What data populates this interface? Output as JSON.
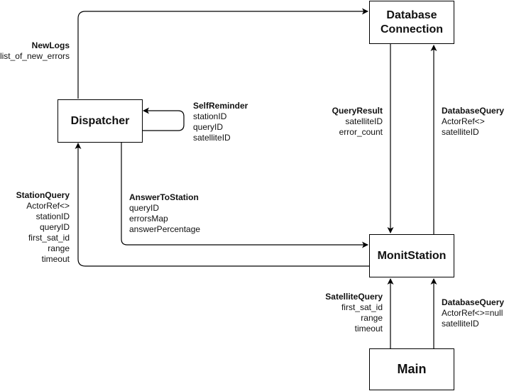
{
  "nodes": {
    "database": {
      "line1": "Database",
      "line2": "Connection"
    },
    "dispatcher": {
      "label": "Dispatcher"
    },
    "monit": {
      "label": "MonitStation"
    },
    "main": {
      "label": "Main"
    }
  },
  "messages": {
    "newlogs": {
      "title": "NewLogs",
      "fields": [
        "list_of_new_errors"
      ]
    },
    "selfreminder": {
      "title": "SelfReminder",
      "fields": [
        "stationID",
        "queryID",
        "satelliteID"
      ]
    },
    "queryresult": {
      "title": "QueryResult",
      "fields": [
        "satelliteID",
        "error_count"
      ]
    },
    "dbquery_up": {
      "title": "DatabaseQuery",
      "fields": [
        "ActorRef<>",
        "satelliteID"
      ]
    },
    "stationquery": {
      "title": "StationQuery",
      "fields": [
        "ActorRef<>",
        "stationID",
        "queryID",
        "first_sat_id",
        "range",
        "timeout"
      ]
    },
    "answertostation": {
      "title": "AnswerToStation",
      "fields": [
        "queryID",
        "errorsMap",
        "answerPercentage"
      ]
    },
    "satellitequery": {
      "title": "SatelliteQuery",
      "fields": [
        "first_sat_id",
        "range",
        "timeout"
      ]
    },
    "dbquery_main": {
      "title": "DatabaseQuery",
      "fields": [
        "ActorRef<>=null",
        "satelliteID"
      ]
    }
  },
  "colors": {
    "stroke": "#000000",
    "text": "#111111",
    "background": "#ffffff"
  }
}
